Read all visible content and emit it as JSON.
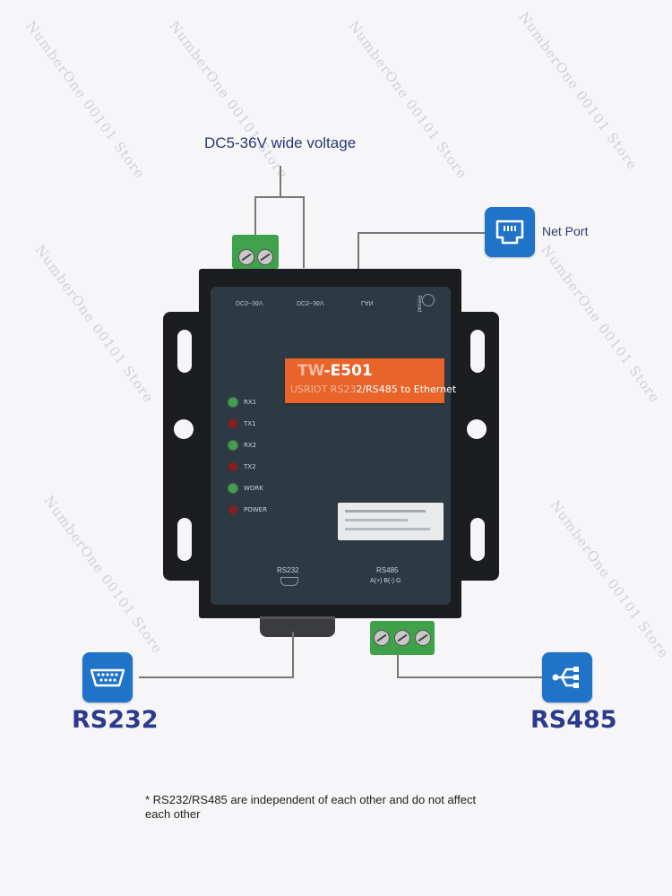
{
  "callouts": {
    "power": "DC5-36V wide voltage",
    "net_port": "Net Port"
  },
  "ports": {
    "rs232": "RS232",
    "rs485": "RS485"
  },
  "footnote": "* RS232/RS485 are independent of each other and do not affect each other",
  "device": {
    "model": "-E501",
    "subtitle": "2/RS485 to Ethernet",
    "leds": [
      {
        "label": "RX1",
        "color": "green"
      },
      {
        "label": "TX1",
        "color": "red"
      },
      {
        "label": "RX2",
        "color": "green"
      },
      {
        "label": "TX2",
        "color": "red"
      },
      {
        "label": "WORK",
        "color": "green"
      },
      {
        "label": "POWER",
        "color": "red"
      }
    ],
    "top_labels": [
      "DC5~36V",
      "DC5~36V",
      "LAN",
      "Reload"
    ],
    "bottom_labels": {
      "rs232": "RS232",
      "rs485": "RS485",
      "rs485_pins": "A(+) B(-) G"
    }
  },
  "watermark": "NumberOne 00101 Store",
  "colors": {
    "accent_blue": "#1f73c9",
    "label_navy": "#2b3a8c",
    "device_body": "#2d3a44",
    "orange_label": "#e8642a",
    "terminal_green": "#3fa14a"
  },
  "icons": [
    "ethernet-port-icon",
    "db9-serial-icon",
    "usb-hub-icon"
  ]
}
